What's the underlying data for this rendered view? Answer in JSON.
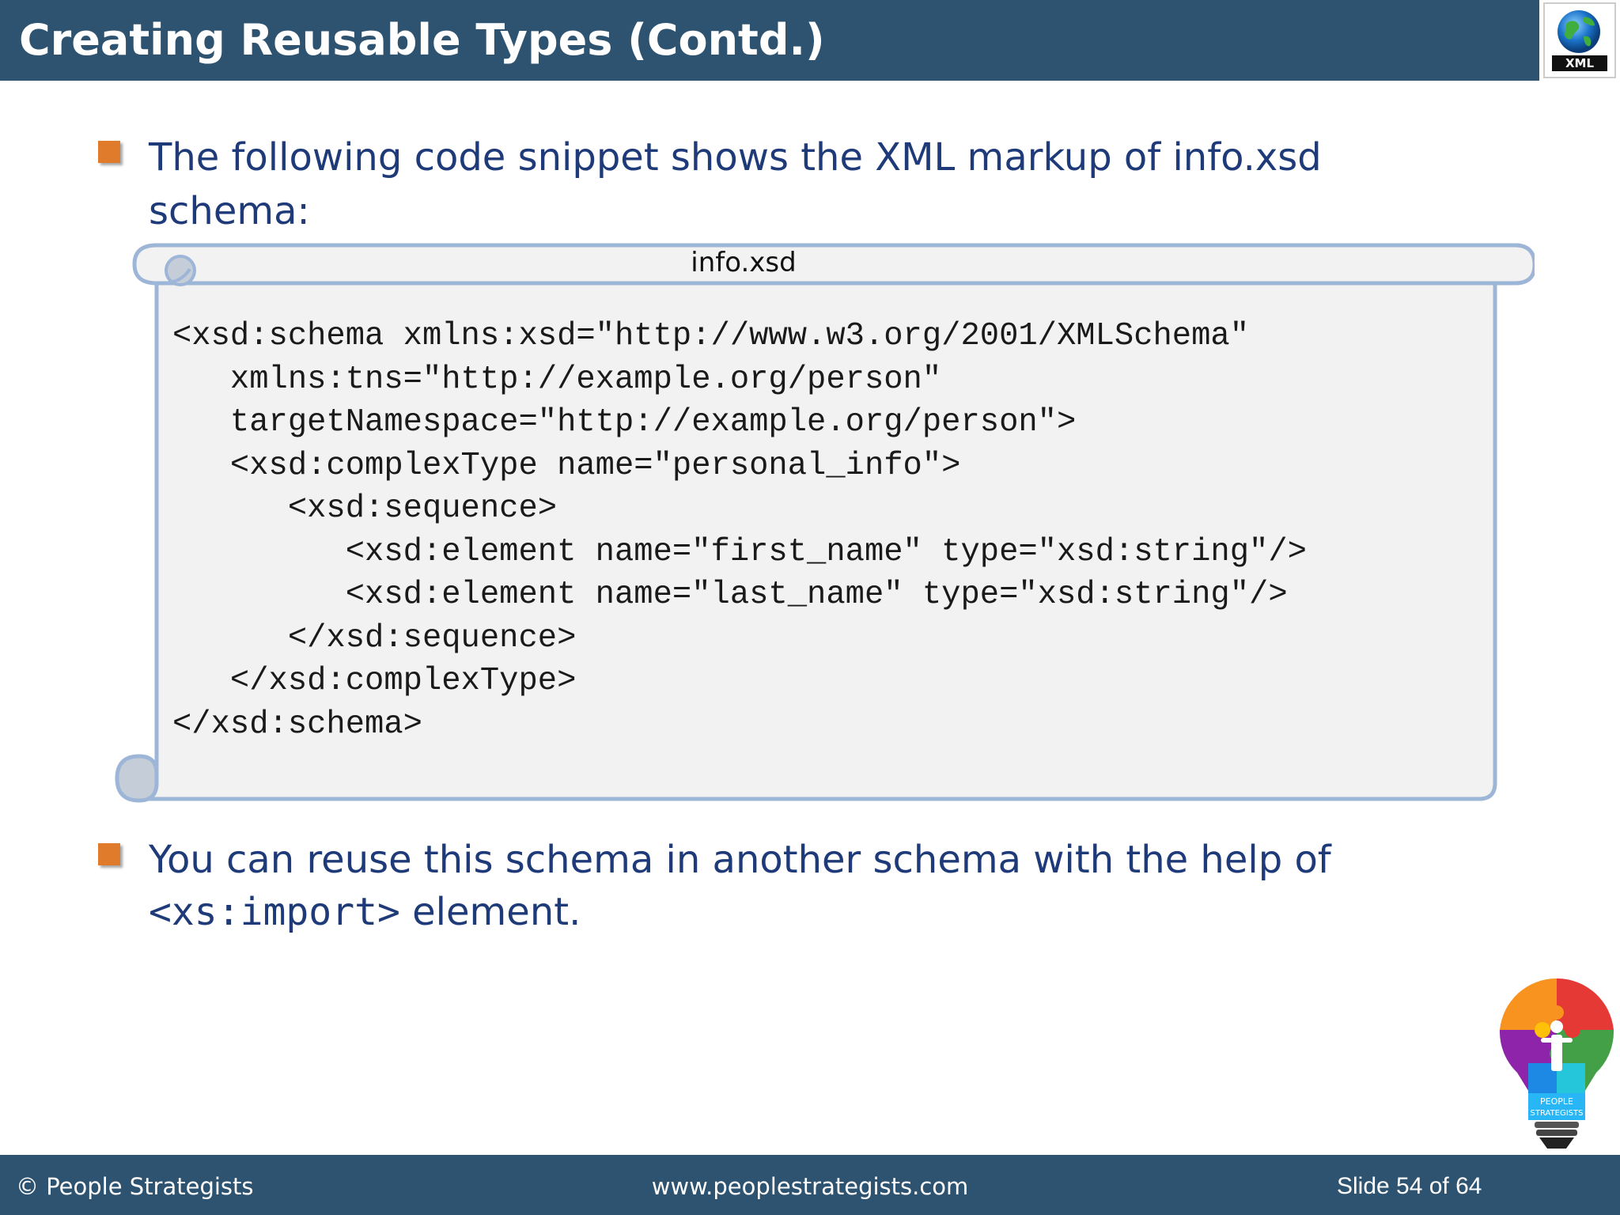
{
  "header": {
    "title": "Creating Reusable Types (Contd.)",
    "logo": {
      "icon": "xml-globe-icon",
      "label": "XML"
    }
  },
  "body": {
    "bullet1": {
      "line1": "The following code snippet shows the XML markup of info.xsd",
      "line2": "schema:"
    },
    "snippet": {
      "caption": "info.xsd",
      "code": "<xsd:schema xmlns:xsd=\"http://www.w3.org/2001/XMLSchema\"\n   xmlns:tns=\"http://example.org/person\"\n   targetNamespace=\"http://example.org/person\">\n   <xsd:complexType name=\"personal_info\">\n      <xsd:sequence>\n         <xsd:element name=\"first_name\" type=\"xsd:string\"/>\n         <xsd:element name=\"last_name\" type=\"xsd:string\"/>\n      </xsd:sequence>\n   </xsd:complexType>\n</xsd:schema>"
    },
    "bullet2": {
      "line1": "You can reuse this schema in another schema with the help of",
      "code": "<xs:import>",
      "after": " element."
    }
  },
  "footer": {
    "copyright": "© People Strategists",
    "website": "www.peoplestrategists.com",
    "slide_number": "Slide 54 of 64",
    "logo": {
      "icon": "lightbulb-puzzle-logo-icon",
      "label_line1": "PEOPLE",
      "label_line2": "STRATEGISTS"
    }
  },
  "colors": {
    "bar": "#2e5370",
    "bullet": "#e07b2c",
    "body_text": "#1e3a78",
    "scroll_fill": "#f2f2f2",
    "scroll_border": "#9db5d6"
  }
}
